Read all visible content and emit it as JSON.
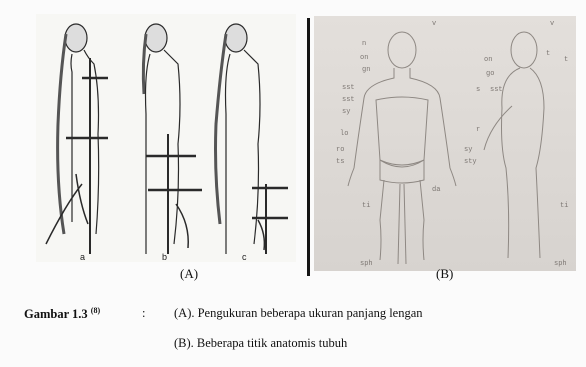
{
  "figure": {
    "panel_a_label": "(A)",
    "panel_b_label": "(B)",
    "subfigure_labels": [
      "a",
      "b",
      "c"
    ],
    "landmarks_front_left": [
      "n",
      "on",
      "gn",
      "sst",
      "sst",
      "sy",
      "lo",
      "ro",
      "ts"
    ],
    "landmarks_front_right": [
      "s",
      "r",
      "sy",
      "sty"
    ],
    "landmark_bottom": "da",
    "landmark_ti": "ti",
    "landmark_sph": "sph",
    "landmarks_side": [
      "t",
      "t",
      "on",
      "go",
      "sst",
      "ti",
      "sph"
    ],
    "top_marks": [
      "v",
      "v"
    ]
  },
  "caption": {
    "title": "Gambar 1.3",
    "ref": "(8)",
    "colon": ":",
    "line1": "(A). Pengukuran beberapa ukuran panjang lengan",
    "line2": "(B). Beberapa titik anatomis tubuh"
  },
  "colors": {
    "ink": "#111111",
    "panel_b_bg": "#dcd8d4",
    "landmark_ink": "#7c7672"
  }
}
